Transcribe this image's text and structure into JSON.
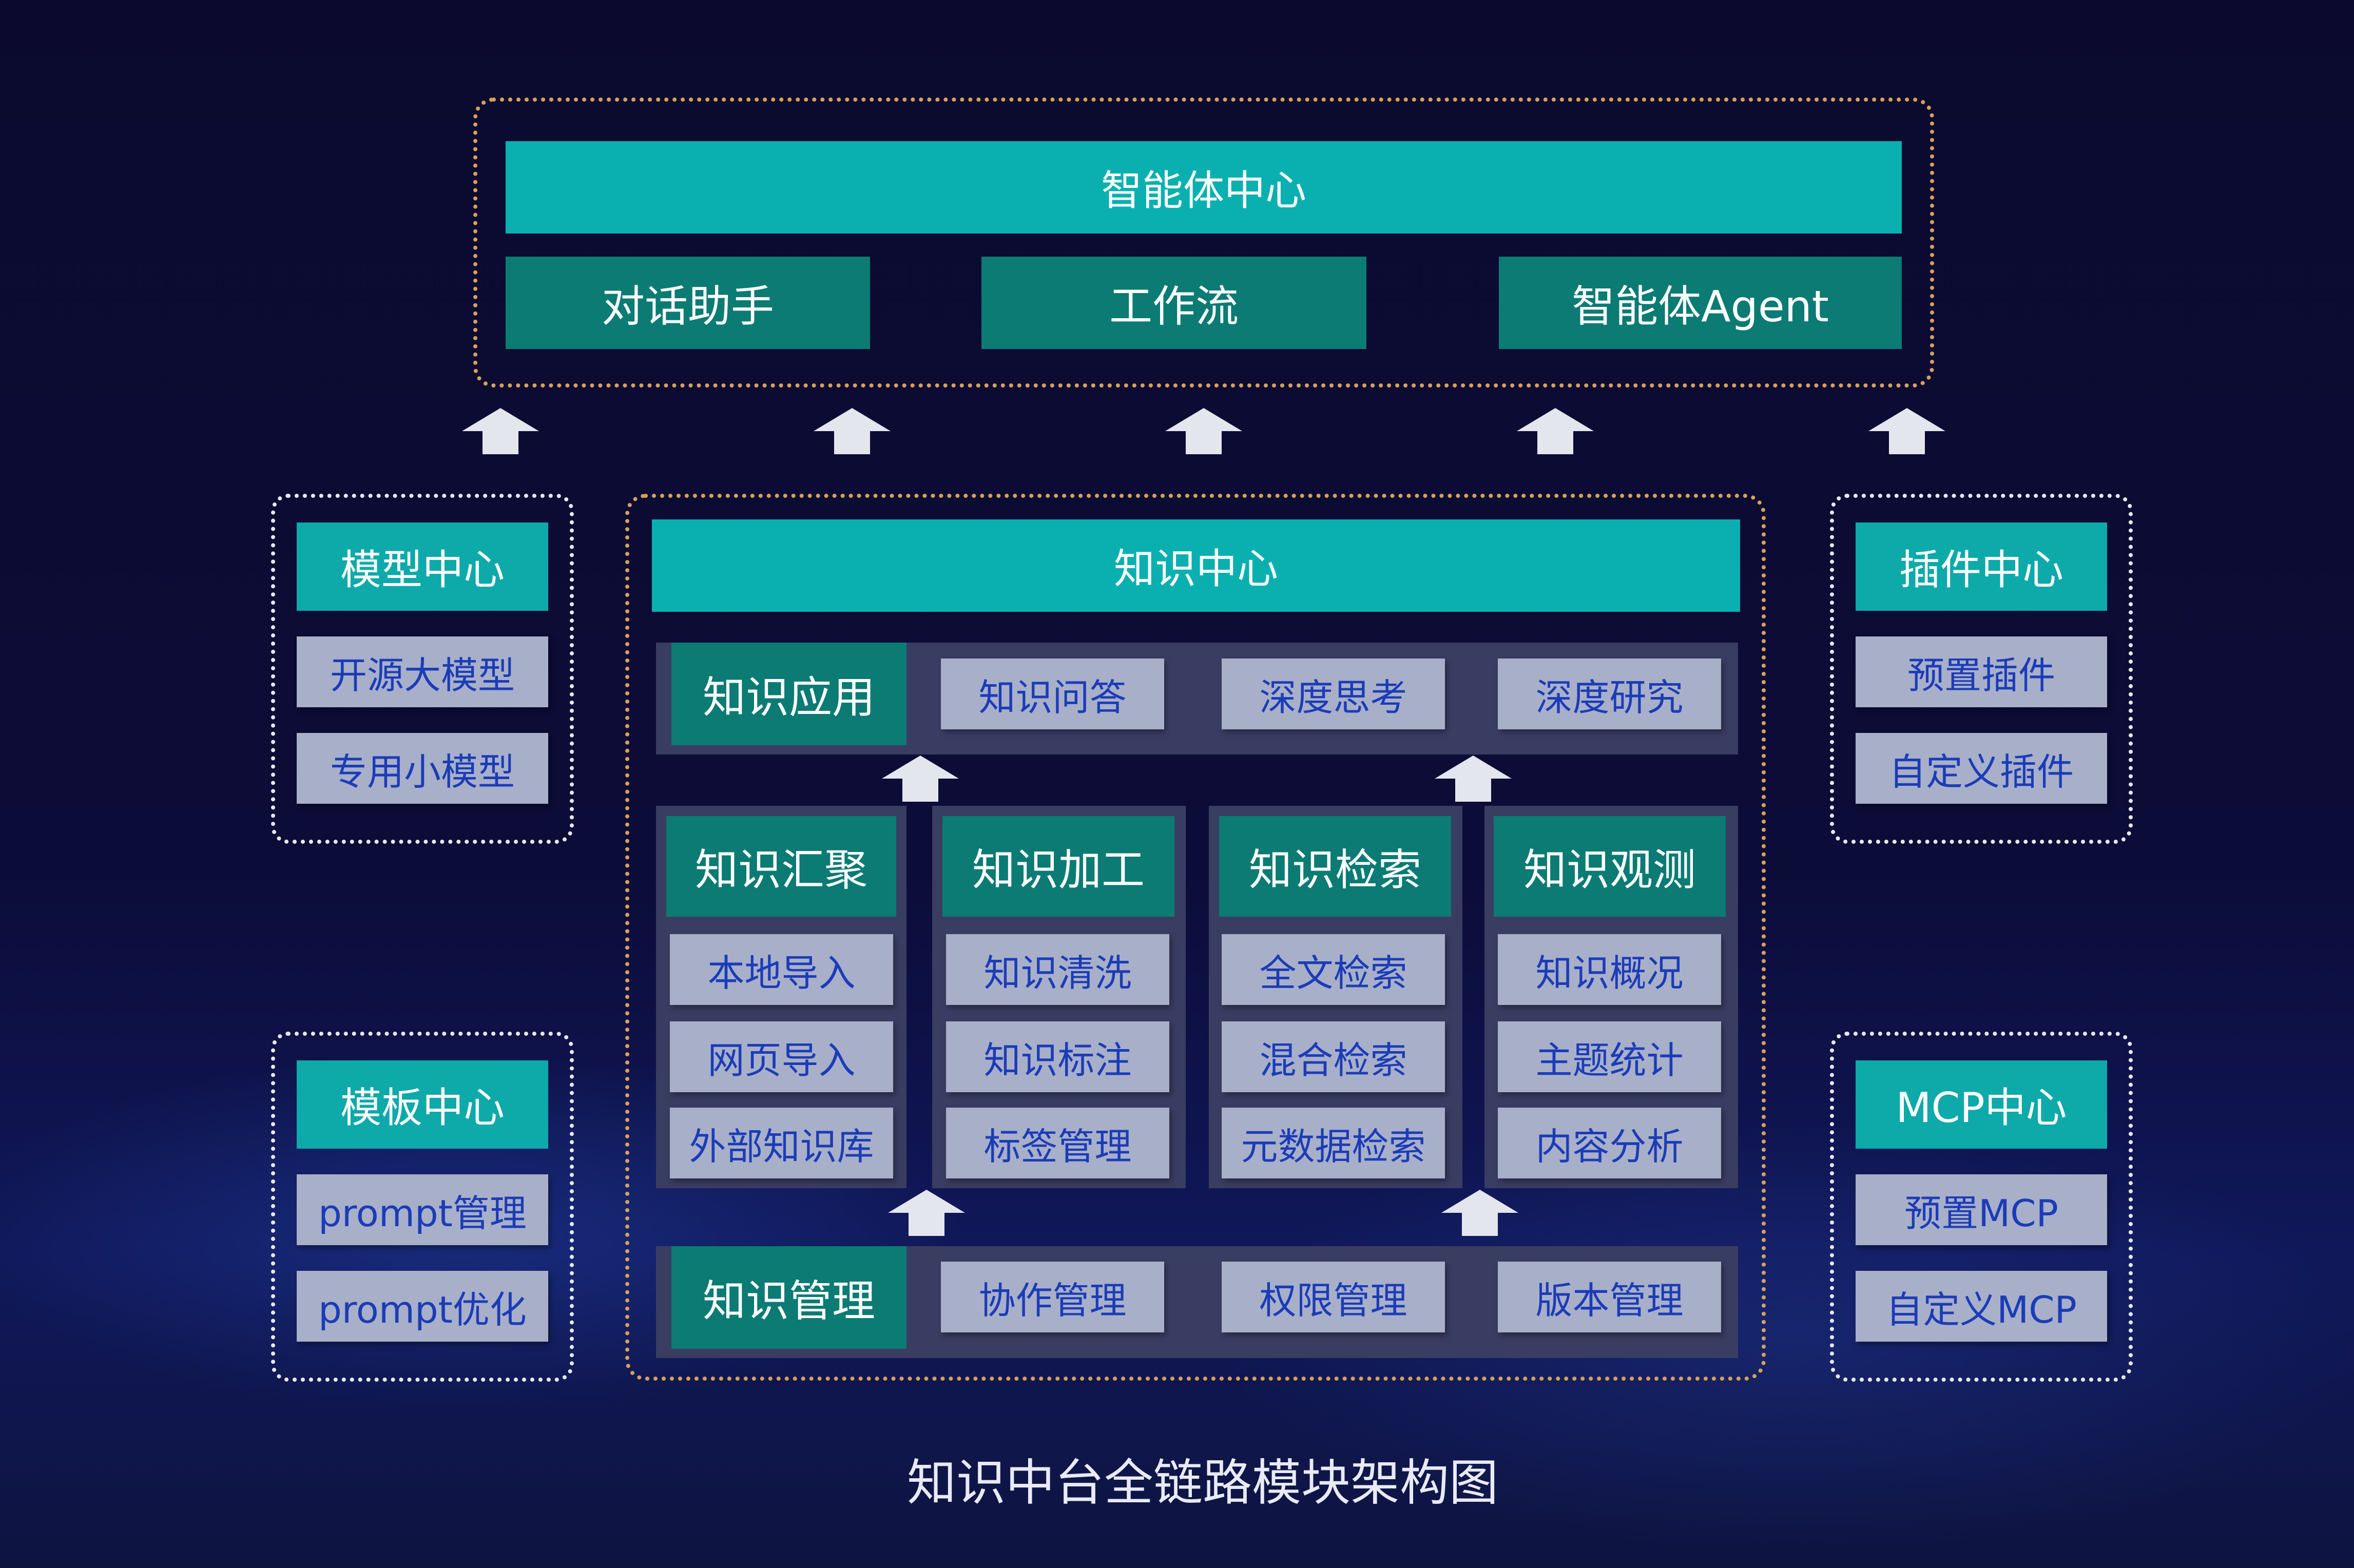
{
  "agent_center": {
    "title": "智能体中心",
    "items": [
      "对话助手",
      "工作流",
      "智能体Agent"
    ]
  },
  "model_center": {
    "title": "模型中心",
    "items": [
      "开源大模型",
      "专用小模型"
    ]
  },
  "template_center": {
    "title": "模板中心",
    "items": [
      "prompt管理",
      "prompt优化"
    ]
  },
  "plugin_center": {
    "title": "插件中心",
    "items": [
      "预置插件",
      "自定义插件"
    ]
  },
  "mcp_center": {
    "title": "MCP中心",
    "items": [
      "预置MCP",
      "自定义MCP"
    ]
  },
  "knowledge_center": {
    "title": "知识中心",
    "application": {
      "label": "知识应用",
      "items": [
        "知识问答",
        "深度思考",
        "深度研究"
      ]
    },
    "columns": [
      {
        "title": "知识汇聚",
        "items": [
          "本地导入",
          "网页导入",
          "外部知识库"
        ]
      },
      {
        "title": "知识加工",
        "items": [
          "知识清洗",
          "知识标注",
          "标签管理"
        ]
      },
      {
        "title": "知识检索",
        "items": [
          "全文检索",
          "混合检索",
          "元数据检索"
        ]
      },
      {
        "title": "知识观测",
        "items": [
          "知识概况",
          "主题统计",
          "内容分析"
        ]
      }
    ],
    "management": {
      "label": "知识管理",
      "items": [
        "协作管理",
        "权限管理",
        "版本管理"
      ]
    }
  },
  "caption": "知识中台全链路模块架构图",
  "colors": {
    "teal_bright": "#0ab0b0",
    "teal_dark": "#0b7b74",
    "item_grey": "#a8afc8",
    "item_text_blue": "#1b3cb8",
    "dotted_orange": "#d9a05a",
    "background": "#0b0a2e"
  },
  "icons": [
    "up-arrow-icon"
  ]
}
